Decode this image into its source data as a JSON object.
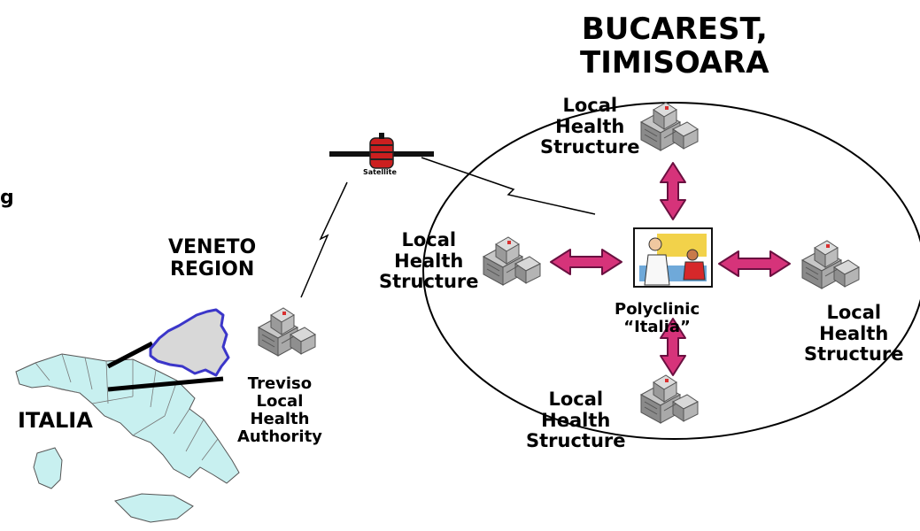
{
  "title": {
    "line1": "BUCAREST,",
    "line2": "TIMISOARA"
  },
  "cut_text": "g",
  "veneto": {
    "line1": "VENETO",
    "line2": "REGION"
  },
  "italia": "ITALIA",
  "treviso": {
    "line1": "Treviso",
    "line2": "Local",
    "line3": "Health",
    "line4": "Authority"
  },
  "satellite": "Satellite",
  "polyclinic": {
    "line1": "Polyclinic",
    "line2": "“Italia”"
  },
  "structures": {
    "top": {
      "line1": "Local",
      "line2": "Health",
      "line3": "Structure"
    },
    "left": {
      "line1": "Local",
      "line2": "Health",
      "line3": "Structure"
    },
    "right": {
      "line1": "Local",
      "line2": "Health",
      "line3": "Structure"
    },
    "bottom": {
      "line1": "Local",
      "line2": "Health",
      "line3": "Structure"
    }
  },
  "colors": {
    "arrow": "#d6337a",
    "map_fill": "#c8f0f0",
    "veneto_outline": "#3b36c9",
    "satellite_red": "#cc1f1f"
  }
}
